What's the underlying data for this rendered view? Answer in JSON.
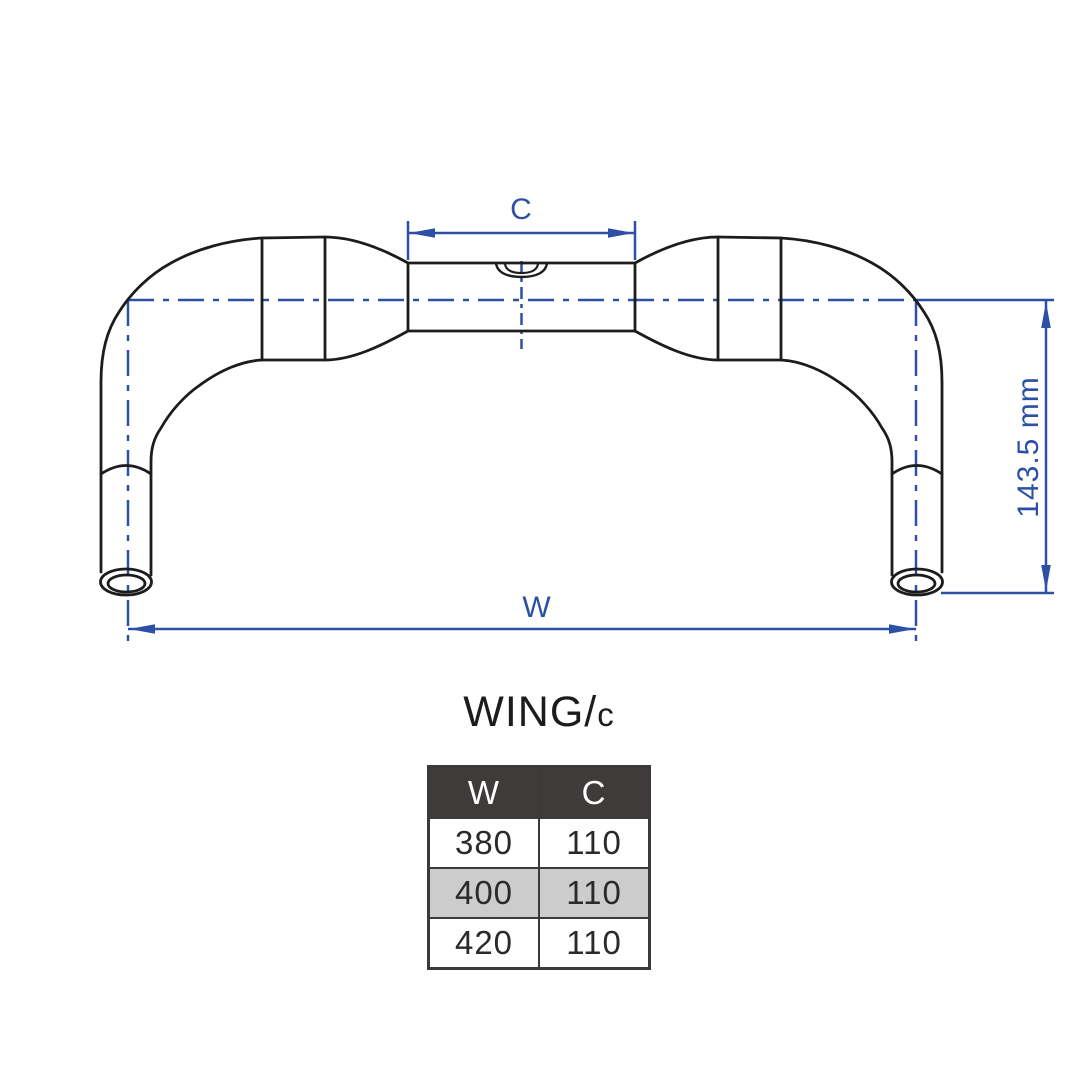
{
  "colors": {
    "blue": "#2b50a5",
    "ink": "#1d1c1a",
    "line": "#1c1c1c",
    "table-header-bg": "#3f3b3a",
    "table-border": "#3b3a39",
    "row-highlight": "#cccccc",
    "paper": "#ffffff"
  },
  "diagram": {
    "dim_c": "C",
    "dim_w": "W",
    "dim_height": "143.5 mm"
  },
  "product": {
    "title_main": "WING/",
    "title_variant": "c"
  },
  "spec_table": {
    "headers": [
      "W",
      "C"
    ],
    "rows": [
      [
        "380",
        "110"
      ],
      [
        "400",
        "110"
      ],
      [
        "420",
        "110"
      ]
    ],
    "highlighted_row_index": 1
  }
}
